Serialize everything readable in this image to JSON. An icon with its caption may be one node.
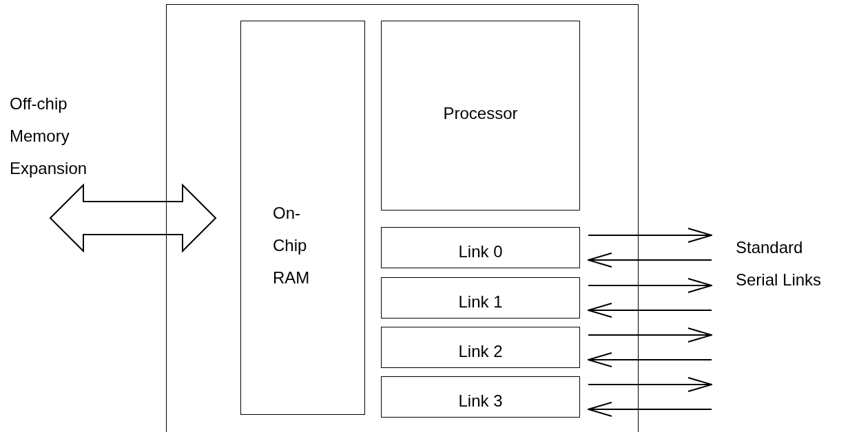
{
  "diagram": {
    "nodes": [
      {
        "text": [],
        "shape": "box"
      },
      {
        "text": [
          "On- Chip RAM"
        ],
        "in": 0
      },
      {
        "text": [
          "Processor"
        ],
        "in": 0
      },
      {
        "text": [
          "Link 0"
        ],
        "in": 0
      },
      {
        "text": [
          "Link 1"
        ],
        "in": 0
      },
      {
        "text": [
          "Link 2"
        ],
        "in": 0
      },
      {
        "text": [
          "Link 3"
        ],
        "in": 0
      }
    ],
    "edges": [
      {
        "from": null,
        "to": 1,
        "arrow": "both",
        "style": "thick"
      },
      {
        "from": 3,
        "to": null,
        "arrow": "to"
      },
      {
        "from": null,
        "to": 3,
        "arrow": "to"
      },
      {
        "from": 4,
        "to": null,
        "arrow": "to"
      },
      {
        "from": null,
        "to": 4,
        "arrow": "to"
      },
      {
        "from": 5,
        "to": null,
        "arrow": "to"
      },
      {
        "from": null,
        "to": 5,
        "arrow": "to"
      },
      {
        "from": 6,
        "to": null,
        "arrow": "to"
      },
      {
        "from": null,
        "to": 6,
        "arrow": "to"
      }
    ],
    "labels": [
      "Off-chip Memory Expansion",
      "Standard Serial Links"
    ]
  }
}
